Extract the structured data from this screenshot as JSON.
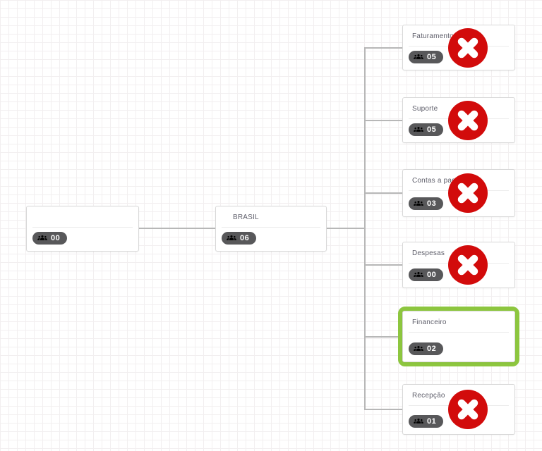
{
  "app": {
    "view_name": "organization-chart-canvas"
  },
  "colors": {
    "selection_green": "#8dc63f",
    "delete_red": "#d20b0b",
    "badge_gray": "#58585a",
    "connector_gray": "#b7b7b7"
  },
  "icons": {
    "member_badge": "users-group-icon",
    "remove_button": "x-circle-icon"
  },
  "nodes": {
    "root": {
      "title": "",
      "member_count": "00",
      "state": "normal"
    },
    "brasil": {
      "title": "BRASIL",
      "member_count": "06",
      "state": "normal"
    },
    "faturamento": {
      "title": "Faturamento",
      "member_count": "05",
      "state": "marked-for-removal"
    },
    "suporte": {
      "title": "Suporte",
      "member_count": "05",
      "state": "marked-for-removal"
    },
    "contas_a_pagar": {
      "title": "Contas a pagar",
      "member_count": "03",
      "state": "marked-for-removal"
    },
    "despesas": {
      "title": "Despesas",
      "member_count": "00",
      "state": "marked-for-removal"
    },
    "financeiro": {
      "title": "Financeiro",
      "member_count": "02",
      "state": "selected"
    },
    "recepcao": {
      "title": "Recepção",
      "member_count": "01",
      "state": "marked-for-removal"
    }
  }
}
